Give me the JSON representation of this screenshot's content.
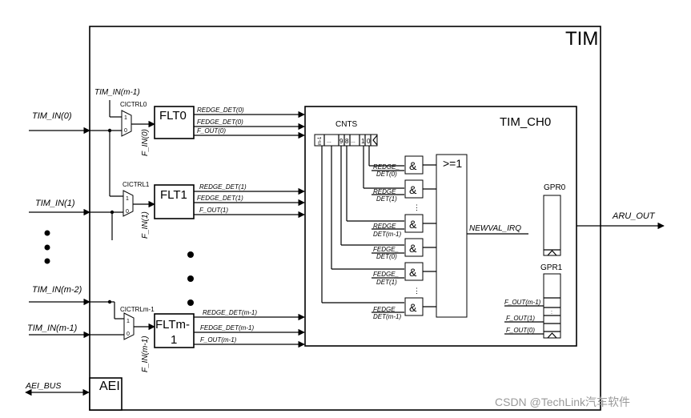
{
  "tim": {
    "title": "TIM"
  },
  "aei": {
    "label": "AEI",
    "bus_label": "AEI_BUS"
  },
  "inputs": {
    "tim_in_0": "TIM_IN(0)",
    "tim_in_1": "TIM_IN(1)",
    "tim_in_m2": "TIM_IN(m-2)",
    "tim_in_m1": "TIM_IN(m-1)",
    "tim_in_m1_top": "TIM_IN(m-1)"
  },
  "mux": {
    "cictrl0": "CICTRL0",
    "cictrl1": "CICTRL1",
    "cictrlm1": "CICTRLm-1",
    "one": "1",
    "zero": "0"
  },
  "filters": {
    "flt0": "FLT0",
    "flt1": "FLT1",
    "fltm1_line1": "FLTm-",
    "fltm1_line2": "1",
    "f_in_0": "F_IN(0)",
    "f_in_1": "F_IN(1)",
    "f_in_m1": "F_IN(m-1)"
  },
  "signals": {
    "redge_det_0": "REDGE_DET(0)",
    "fedge_det_0": "FEDGE_DET(0)",
    "f_out_0": "F_OUT(0)",
    "redge_det_1": "REDGE_DET(1)",
    "fedge_det_1": "FEDGE_DET(1)",
    "f_out_1": "F_OUT(1)",
    "redge_det_m1": "REDGE_DET(m-1)",
    "fedge_det_m1": "FEDGE_DET(m-1)",
    "f_out_m1": "F_OUT(m-1)"
  },
  "channel": {
    "title": "TIM_CH0",
    "cnts": "CNTS",
    "cnts_cells": [
      "m-1",
      "...",
      "9",
      "8",
      "...",
      "1",
      "0"
    ],
    "and_symbol": "&",
    "or_symbol": ">=1",
    "newval_irq": "NEWVAL_IRQ",
    "gpr0": "GPR0",
    "gpr1": "GPR1",
    "gate_inputs": [
      {
        "line1": "REDGE_",
        "line2": "DET(0)"
      },
      {
        "line1": "REDGE_",
        "line2": "DET(1)"
      },
      {
        "line1": "REDGE_",
        "line2": "DET(m-1)"
      },
      {
        "line1": "FEDGE_",
        "line2": "DET(0)"
      },
      {
        "line1": "FEDGE_",
        "line2": "DET(1)"
      },
      {
        "line1": "FEDGE_",
        "line2": "DET(m-1)"
      }
    ],
    "gpr1_inputs": [
      "F_OUT(m-1)",
      "F_OUT(1)",
      "F_OUT(0)"
    ],
    "gpr1_dots": ":"
  },
  "outputs": {
    "aru_out": "ARU_OUT"
  },
  "watermark": "CSDN @TechLink汽车软件"
}
